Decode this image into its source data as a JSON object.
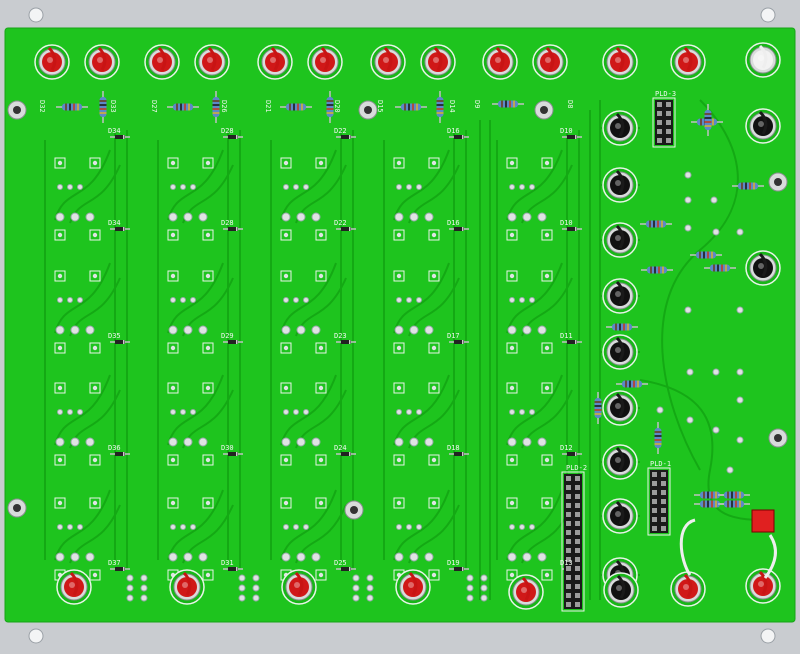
{
  "colors": {
    "panel": "#c9ccd0",
    "pcb": "#1ec41e",
    "trace": "#13a713",
    "silkscreen": "#e8f4e8",
    "jack_red": "#d01818",
    "jack_black": "#111111",
    "header": "#1a1a1a",
    "resistor": "#5d88c8"
  },
  "labels": {
    "pld3": "PLD-3",
    "pld2": "PLD-2",
    "pld1": "PLD-1",
    "diodes_top": [
      "D32",
      "D33",
      "D27",
      "D26",
      "D21",
      "D20",
      "D15",
      "D14",
      "D9",
      "D8"
    ],
    "diodes_col": [
      [
        "D34",
        "D35",
        "D36",
        "D37"
      ],
      [
        "D28",
        "D29",
        "D30",
        "D31"
      ],
      [
        "D22",
        "D23",
        "D24",
        "D25"
      ],
      [
        "D16",
        "D17",
        "D18",
        "D19"
      ],
      [
        "D10",
        "D11",
        "D12",
        "D13"
      ]
    ]
  }
}
